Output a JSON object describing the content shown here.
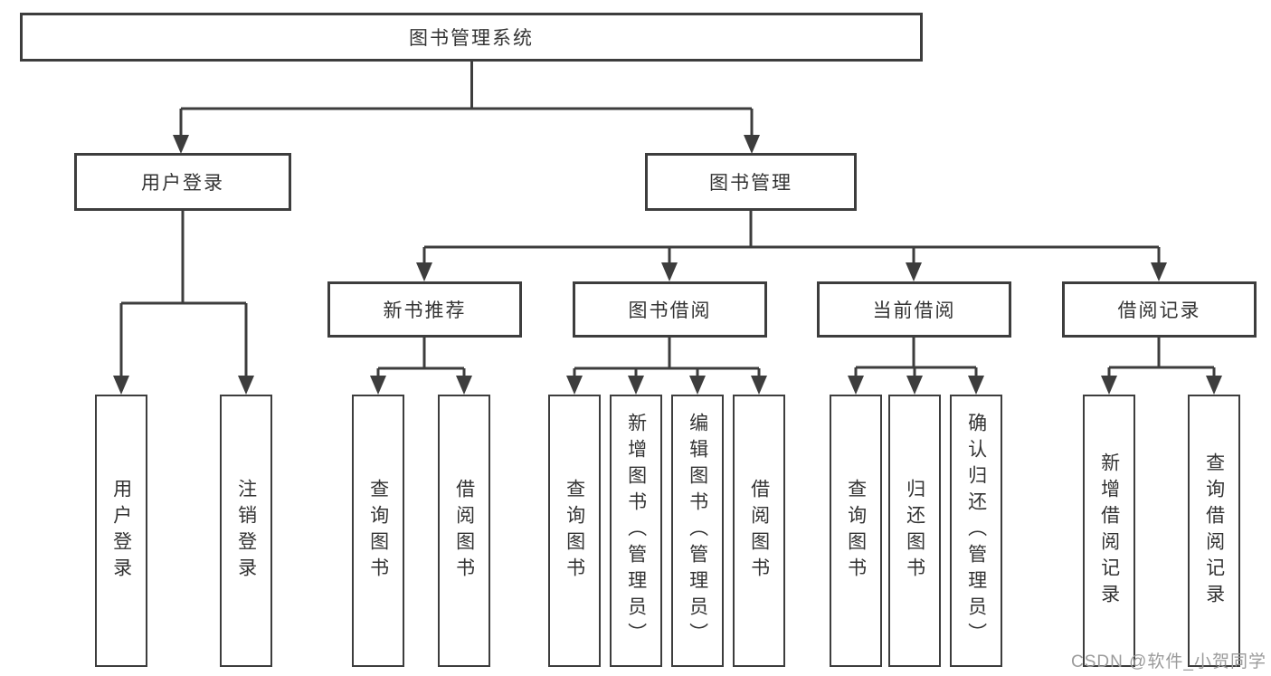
{
  "diagram": {
    "root": {
      "label": "图书管理系统"
    },
    "level2": [
      {
        "label": "用户登录"
      },
      {
        "label": "图书管理"
      }
    ],
    "level3": [
      {
        "label": "新书推荐"
      },
      {
        "label": "图书借阅"
      },
      {
        "label": "当前借阅"
      },
      {
        "label": "借阅记录"
      }
    ],
    "leaves": [
      {
        "label": "用户登录"
      },
      {
        "label": "注销登录"
      },
      {
        "label": "查询图书"
      },
      {
        "label": "借阅图书"
      },
      {
        "label": "查询图书"
      },
      {
        "label": "新增图书（管理员）"
      },
      {
        "label": "编辑图书（管理员）"
      },
      {
        "label": "借阅图书"
      },
      {
        "label": "查询图书"
      },
      {
        "label": "归还图书"
      },
      {
        "label": "确认归还（管理员）"
      },
      {
        "label": "新增借阅记录"
      },
      {
        "label": "查询借阅记录"
      }
    ]
  },
  "watermark": "CSDN @软件_小贺同学",
  "colors": {
    "line": "#3d3d3d",
    "text": "#333333",
    "watermark": "#9b9b9b",
    "background": "#ffffff"
  }
}
